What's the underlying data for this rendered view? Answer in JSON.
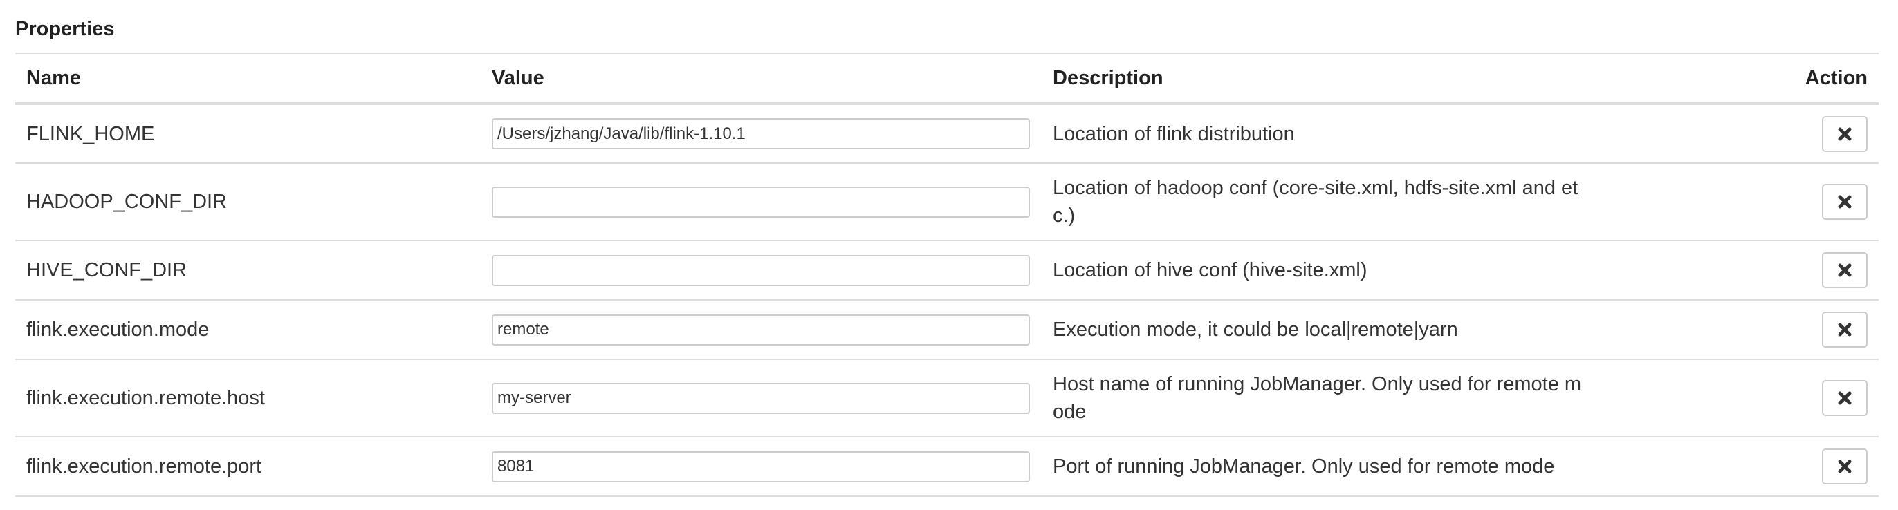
{
  "section": {
    "title": "Properties"
  },
  "table": {
    "headers": {
      "name": "Name",
      "value": "Value",
      "description": "Description",
      "action": "Action"
    },
    "rows": [
      {
        "name": "FLINK_HOME",
        "value": "/Users/jzhang/Java/lib/flink-1.10.1",
        "description": "Location of flink distribution"
      },
      {
        "name": "HADOOP_CONF_DIR",
        "value": "",
        "description": "Location of hadoop conf (core-site.xml, hdfs-site.xml and etc.)"
      },
      {
        "name": "HIVE_CONF_DIR",
        "value": "",
        "description": "Location of hive conf (hive-site.xml)"
      },
      {
        "name": "flink.execution.mode",
        "value": "remote",
        "description": "Execution mode, it could be local|remote|yarn"
      },
      {
        "name": "flink.execution.remote.host",
        "value": "my-server",
        "description": "Host name of running JobManager. Only used for remote mode"
      },
      {
        "name": "flink.execution.remote.port",
        "value": "8081",
        "description": "Port of running JobManager. Only used for remote mode"
      }
    ],
    "action_icon": "close-icon"
  },
  "colors": {
    "text": "#333333",
    "border": "#dddddd",
    "input_border": "#cccccc"
  }
}
